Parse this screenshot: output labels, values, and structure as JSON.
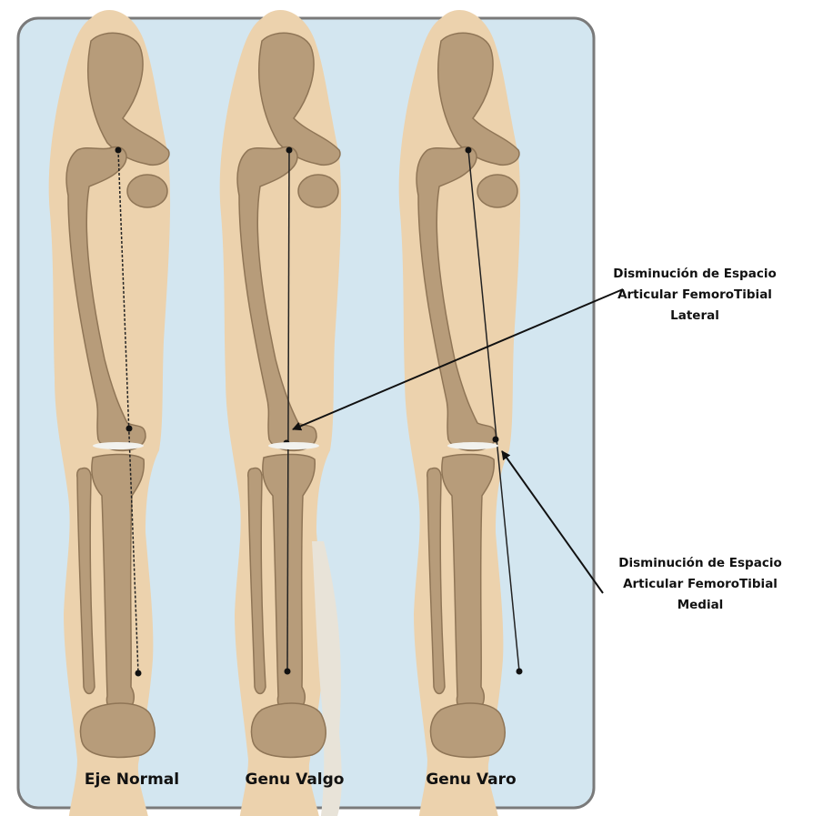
{
  "figure": {
    "legs": [
      {
        "id": "normal",
        "label": "Eje Normal"
      },
      {
        "id": "valgo",
        "label": "Genu Valgo"
      },
      {
        "id": "varo",
        "label": "Genu Varo"
      }
    ],
    "annotations": {
      "lateral": [
        "Disminución de Espacio",
        "Articular FemoroTibial",
        "Lateral"
      ],
      "medial": [
        "Disminución de Espacio",
        "Articular FemoroTibial",
        "Medial"
      ]
    },
    "colors": {
      "panel_bg": "#d3e6f0",
      "panel_border": "#7a7a7a",
      "skin": "#ecd2ad",
      "skin_dark": "#dcb98d",
      "bone": "#b79c7a",
      "bone_dark": "#8f7556",
      "cartilage": "#f2f2ee"
    }
  }
}
